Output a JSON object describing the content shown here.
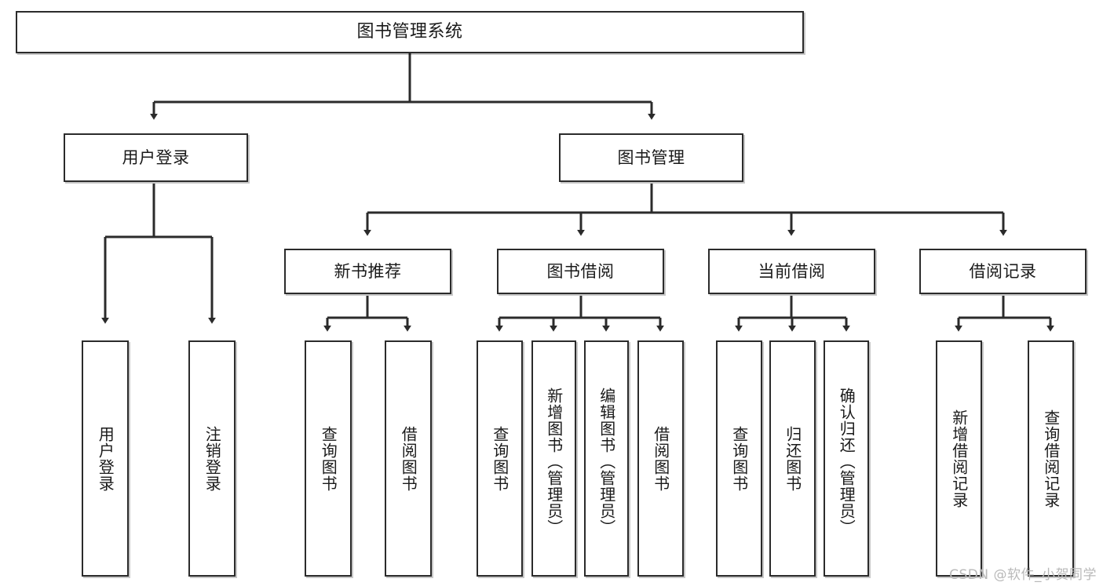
{
  "diagram": {
    "title": "图书管理系统",
    "type": "hierarchy-tree",
    "watermark": "CSDN @软件_小贺同学",
    "colors": {
      "stroke": "#2b2b2b",
      "fill": "#ffffff",
      "text": "#1a1a1a",
      "watermark": "#b9b9b9"
    },
    "levels": {
      "root": [
        "图书管理系统"
      ],
      "level2": [
        "用户登录",
        "图书管理"
      ],
      "level3": [
        "新书推荐",
        "图书借阅",
        "当前借阅",
        "借阅记录"
      ],
      "leaves": [
        "用户登录",
        "注销登录",
        "查询图书",
        "借阅图书",
        "查询图书",
        "新增图书（管理员）",
        "编辑图书（管理员）",
        "借阅图书",
        "查询图书",
        "归还图书",
        "确认归还（管理员）",
        "新增借阅记录",
        "查询借阅记录"
      ]
    },
    "nodes": {
      "root": {
        "label": "图书管理系统"
      },
      "user_login": {
        "label": "用户登录"
      },
      "book_manage": {
        "label": "图书管理"
      },
      "new_book_rec": {
        "label": "新书推荐"
      },
      "book_borrow": {
        "label": "图书借阅"
      },
      "current_borrow": {
        "label": "当前借阅"
      },
      "borrow_record": {
        "label": "借阅记录"
      },
      "leaf_user_login": {
        "label": "用户登录"
      },
      "leaf_logout": {
        "label": "注销登录"
      },
      "leaf_query_book_a": {
        "label": "查询图书"
      },
      "leaf_borrow_book_a": {
        "label": "借阅图书"
      },
      "leaf_query_book_b": {
        "label": "查询图书"
      },
      "leaf_add_book_admin": {
        "label": "新增图书（管理员）"
      },
      "leaf_edit_book_admin": {
        "label": "编辑图书（管理员）"
      },
      "leaf_borrow_book_b": {
        "label": "借阅图书"
      },
      "leaf_query_book_c": {
        "label": "查询图书"
      },
      "leaf_return_book": {
        "label": "归还图书"
      },
      "leaf_confirm_return_admin": {
        "label": "确认归还（管理员）"
      },
      "leaf_add_record": {
        "label": "新增借阅记录"
      },
      "leaf_query_record": {
        "label": "查询借阅记录"
      }
    },
    "edges": [
      {
        "from": "root",
        "to": "user_login"
      },
      {
        "from": "root",
        "to": "book_manage"
      },
      {
        "from": "user_login",
        "to": "leaf_user_login"
      },
      {
        "from": "user_login",
        "to": "leaf_logout"
      },
      {
        "from": "book_manage",
        "to": "new_book_rec"
      },
      {
        "from": "book_manage",
        "to": "book_borrow"
      },
      {
        "from": "book_manage",
        "to": "current_borrow"
      },
      {
        "from": "book_manage",
        "to": "borrow_record"
      },
      {
        "from": "new_book_rec",
        "to": "leaf_query_book_a"
      },
      {
        "from": "new_book_rec",
        "to": "leaf_borrow_book_a"
      },
      {
        "from": "book_borrow",
        "to": "leaf_query_book_b"
      },
      {
        "from": "book_borrow",
        "to": "leaf_add_book_admin"
      },
      {
        "from": "book_borrow",
        "to": "leaf_edit_book_admin"
      },
      {
        "from": "book_borrow",
        "to": "leaf_borrow_book_b"
      },
      {
        "from": "current_borrow",
        "to": "leaf_query_book_c"
      },
      {
        "from": "current_borrow",
        "to": "leaf_return_book"
      },
      {
        "from": "current_borrow",
        "to": "leaf_confirm_return_admin"
      },
      {
        "from": "borrow_record",
        "to": "leaf_add_record"
      },
      {
        "from": "borrow_record",
        "to": "leaf_query_record"
      }
    ]
  }
}
